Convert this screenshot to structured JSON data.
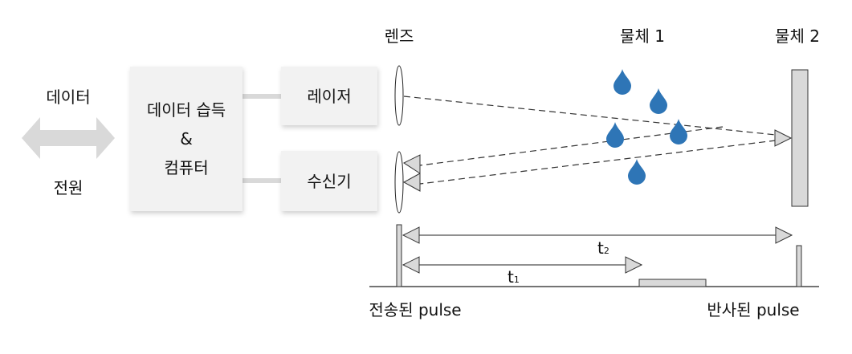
{
  "left": {
    "data_label": "데이터",
    "power_label": "전원"
  },
  "blocks": {
    "computer": [
      "데이터 습득",
      "&",
      "컴퓨터"
    ],
    "laser": "레이저",
    "receiver": "수신기"
  },
  "labels": {
    "lens": "렌즈",
    "object1": "물체 1",
    "object2": "물체 2"
  },
  "timing": {
    "t2": "t",
    "t2_sub": "2",
    "t1": "t",
    "t1_sub": "1",
    "transmitted": "전송된 pulse",
    "reflected": "반사된 pulse"
  },
  "colors": {
    "box": "#f2f2f2",
    "gray": "#d9d9d9",
    "drop": "#2e75b6"
  }
}
